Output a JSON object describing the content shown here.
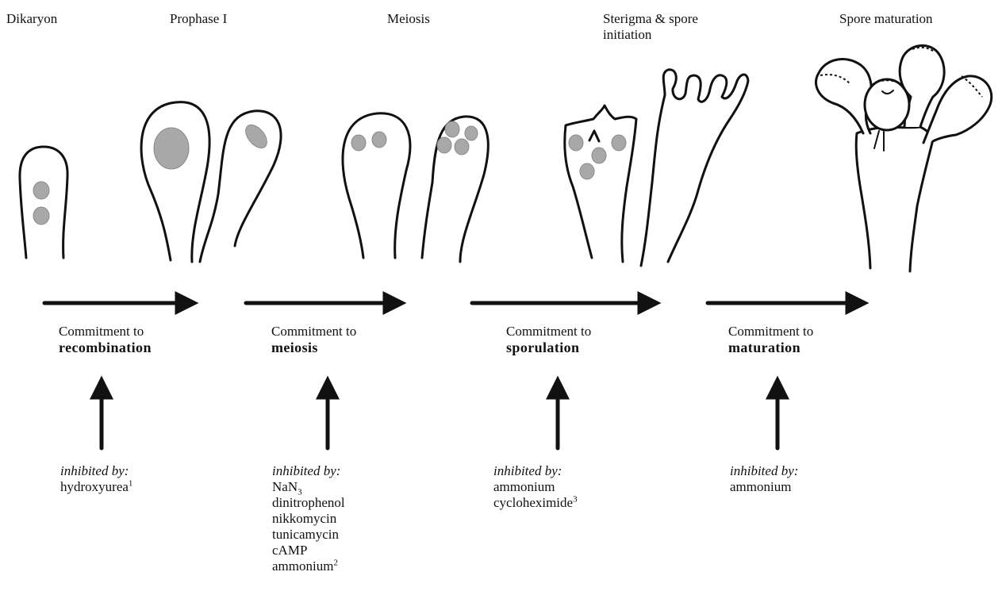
{
  "stages": [
    {
      "title": "Dikaryon"
    },
    {
      "title": "Prophase I"
    },
    {
      "title": "Meiosis"
    },
    {
      "title_line1": "Sterigma & spore",
      "title_line2": "initiation"
    },
    {
      "title": "Spore maturation"
    }
  ],
  "commitments": [
    {
      "prefix": "Commitment to",
      "stage": "recombination"
    },
    {
      "prefix": "Commitment to",
      "stage": "meiosis"
    },
    {
      "prefix": "Commitment to",
      "stage": "sporulation"
    },
    {
      "prefix": "Commitment to",
      "stage": "maturation"
    }
  ],
  "inhibitors": [
    {
      "label": "inhibited by:",
      "items": [
        {
          "text": "hydroxyurea",
          "sup": "1"
        }
      ]
    },
    {
      "label": "inhibited by:",
      "items": [
        {
          "text": "NaN",
          "sub": "3"
        },
        {
          "text": "dinitrophenol"
        },
        {
          "text": "nikkomycin"
        },
        {
          "text": "tunicamycin"
        },
        {
          "text": "cAMP"
        },
        {
          "text": "ammonium",
          "sup": "2"
        }
      ]
    },
    {
      "label": "inhibited by:",
      "items": [
        {
          "text": "ammonium"
        },
        {
          "text": "cycloheximide",
          "sup": "3"
        }
      ]
    },
    {
      "label": "inhibited by:",
      "items": [
        {
          "text": "ammonium"
        }
      ]
    }
  ]
}
